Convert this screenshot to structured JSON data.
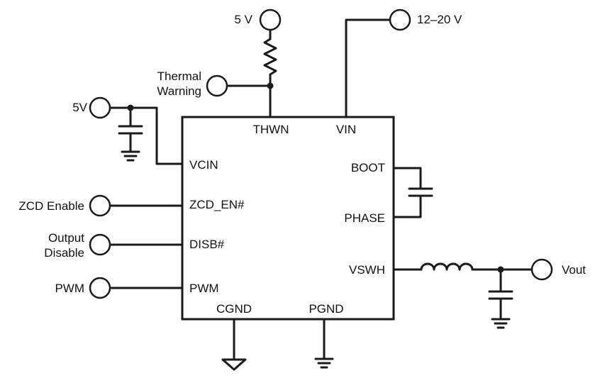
{
  "pins": {
    "thwn": "THWN",
    "vin": "VIN",
    "vcin": "VCIN",
    "zcd_en": "ZCD_EN#",
    "disb": "DISB#",
    "pwm": "PWM",
    "boot": "BOOT",
    "phase": "PHASE",
    "vswh": "VSWH",
    "cgnd": "CGND",
    "pgnd": "PGND"
  },
  "terminals": {
    "five_v_top": "5 V",
    "vin_supply": "12–20 V",
    "thermal_line1": "Thermal",
    "thermal_line2": "Warning",
    "five_v_left": "5V",
    "zcd_enable": "ZCD Enable",
    "output_line1": "Output",
    "output_line2": "Disable",
    "pwm_in": "PWM",
    "vout": "Vout"
  }
}
